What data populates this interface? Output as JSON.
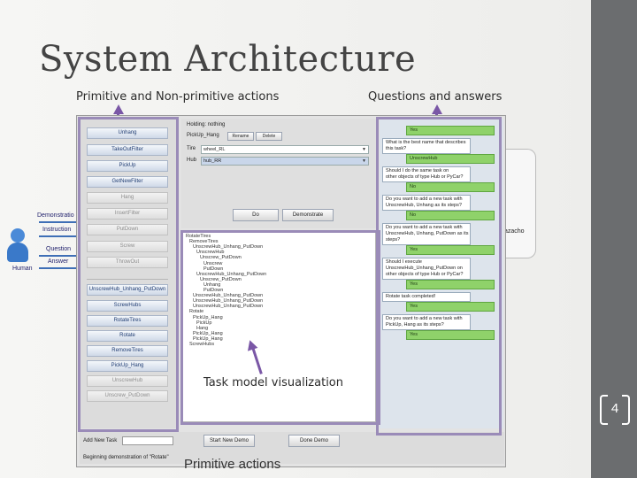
{
  "slide": {
    "title": "System Architecture",
    "label_actions": "Primitive and Non-primitive actions",
    "label_qa": "Questions and answers",
    "label_task_model": "Task model visualization",
    "page_number": "4",
    "cut_off_text": "Primitive actions"
  },
  "human_side": {
    "demonstration": "Demonstratio",
    "instruction": "Instruction",
    "question": "Question",
    "answer": "Answer",
    "human": "Human",
    "right_cut_label": "azacho"
  },
  "actions": {
    "primitive": [
      {
        "label": "Unhang",
        "enabled": true
      },
      {
        "label": "TakeOutFilter",
        "enabled": true
      },
      {
        "label": "PickUp",
        "enabled": true
      },
      {
        "label": "GetNewFilter",
        "enabled": true
      },
      {
        "label": "Hang",
        "enabled": false
      },
      {
        "label": "InsertFilter",
        "enabled": false
      },
      {
        "label": "PutDown",
        "enabled": false
      },
      {
        "label": "Screw",
        "enabled": false
      },
      {
        "label": "ThrowOut",
        "enabled": false
      }
    ],
    "non_primitive": [
      {
        "label": "UnscrewHub_Unhang_PutDown",
        "enabled": true
      },
      {
        "label": "ScrewHubs",
        "enabled": true
      },
      {
        "label": "RotateTires",
        "enabled": true
      },
      {
        "label": "Rotate",
        "enabled": true
      },
      {
        "label": "RemoveTires",
        "enabled": true
      },
      {
        "label": "PickUp_Hang",
        "enabled": true
      },
      {
        "label": "UnscrewHub",
        "enabled": false
      },
      {
        "label": "Unscrew_PutDown",
        "enabled": false
      }
    ]
  },
  "top_panel": {
    "holding": "Holding: nothing",
    "pickup_name": "PickUp_Hang",
    "rename_button": "Rename",
    "delete_button": "Delete",
    "tire_label": "Tire",
    "tire_value": "wheel_RL",
    "hub_label": "Hub",
    "hub_value": "hub_RR",
    "do_button": "Do",
    "demonstrate_button": "Demonstrate"
  },
  "tree": [
    "RotateTires",
    "RemoveTires",
    "UnscrewHub_Unhang_PutDown",
    "UnscrewHub",
    "Unscrew_PutDown",
    "Unscrew",
    "PutDown",
    "UnscrewHub_Unhang_PutDown",
    "Unscrew_PutDown",
    "Unhang",
    "PutDown",
    "UnscrewHub_Unhang_PutDown",
    "UnscrewHub_Unhang_PutDown",
    "UnscrewHub_Unhang_PutDown",
    "Rotate",
    "PickUp_Hang",
    "PickUp",
    "Hang",
    "PickUp_Hang",
    "PickUp_Hang",
    "ScrewHubs"
  ],
  "qa": [
    {
      "type": "a",
      "text": "Yes"
    },
    {
      "type": "q",
      "text": "What is the best name that describes"
    },
    {
      "type": "q2",
      "text": "this task?"
    },
    {
      "type": "a",
      "text": "UnscrewHub"
    },
    {
      "type": "q",
      "text": "Should I do the same task on"
    },
    {
      "type": "q2",
      "text": "other objects of type Hub or PyCar?"
    },
    {
      "type": "a",
      "text": "No"
    },
    {
      "type": "q",
      "text": "Do you want to add a new task with"
    },
    {
      "type": "q2",
      "text": "UnscrewHub, Unhang as its steps?"
    },
    {
      "type": "a",
      "text": "No"
    },
    {
      "type": "q",
      "text": "Do you want to add a new task with"
    },
    {
      "type": "q2",
      "text": "UnscrewHub, Unhang, PutDown as its"
    },
    {
      "type": "q2",
      "text": "steps?"
    },
    {
      "type": "a",
      "text": "Yes"
    },
    {
      "type": "q",
      "text": "Should I execute"
    },
    {
      "type": "q2",
      "text": "UnscrewHub_Unhang_PutDown on"
    },
    {
      "type": "q2",
      "text": "other objects of type Hub or PyCar?"
    },
    {
      "type": "a",
      "text": "Yes"
    },
    {
      "type": "q",
      "text": "Rotate task completed!"
    },
    {
      "type": "a",
      "text": "Yes"
    },
    {
      "type": "q",
      "text": "Do you want to add a new task with"
    },
    {
      "type": "q2",
      "text": "PickUp, Hang as its steps?"
    },
    {
      "type": "a",
      "text": "Yes"
    }
  ],
  "bottom": {
    "add_new_task_label": "Add New Task",
    "start_new_demo": "Start New Demo",
    "done_demo": "Done Demo",
    "status": "Beginning demonstration of \"Rotate\""
  },
  "colors": {
    "highlight_border": "#9a8bb8",
    "arrow": "#7a57a6",
    "answer_bubble": "#8fd26a",
    "side_band": "#6b6d6f"
  }
}
